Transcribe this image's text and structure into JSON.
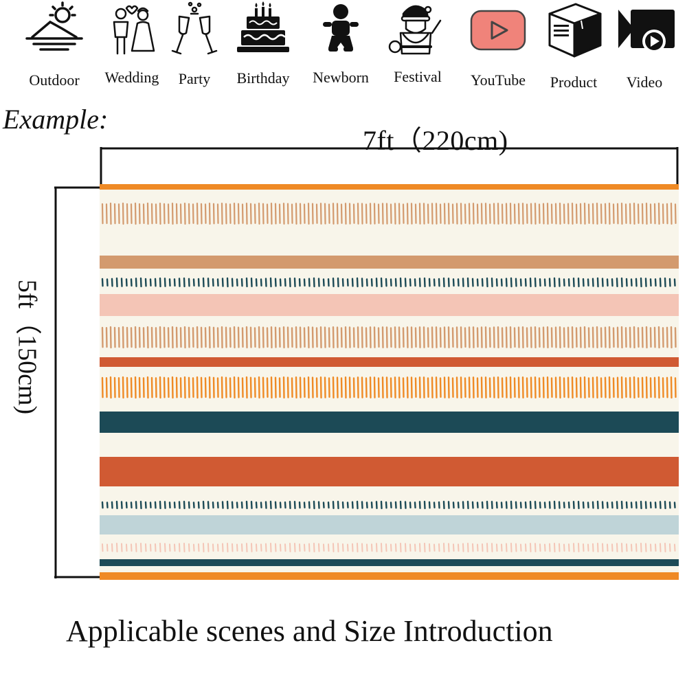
{
  "scenes": [
    {
      "label": "Outdoor",
      "icon": "sunset-landscape-icon"
    },
    {
      "label": "Wedding",
      "icon": "bride-and-groom-icon"
    },
    {
      "label": "Party",
      "icon": "champagne-toast-icon"
    },
    {
      "label": "Birthday",
      "icon": "birthday-cake-icon"
    },
    {
      "label": "Newborn",
      "icon": "baby-icon"
    },
    {
      "label": "Festival",
      "icon": "santa-claus-icon"
    },
    {
      "label": "YouTube",
      "icon": "youtube-play-icon"
    },
    {
      "label": "Product",
      "icon": "product-box-icon"
    },
    {
      "label": "Video",
      "icon": "video-camera-icon"
    }
  ],
  "example_label": "Example:",
  "width_label": "7ft（220cm)",
  "height_label": "5ft（150cm)",
  "footer_title": "Applicable scenes and Size Introduction",
  "colors": {
    "cream": "#f8f5ea",
    "orange": "#ef8a25",
    "tan": "#d39a6e",
    "navy": "#1c4a56",
    "pink": "#f4c5b6",
    "rust": "#d05a33",
    "light_blue": "#bfd4d8",
    "youtube_red": "#f0837a"
  }
}
